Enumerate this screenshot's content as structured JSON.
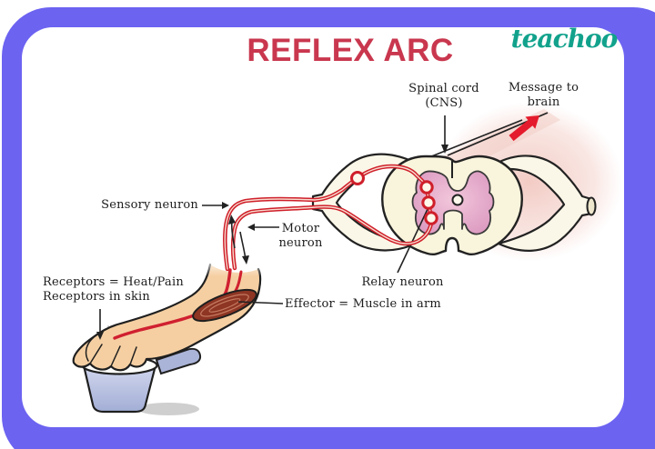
{
  "page": {
    "title": "REFLEX ARC",
    "brand": "teachoo"
  },
  "labels": {
    "spinal_cord": {
      "line1": "Spinal cord",
      "line2": "(CNS)"
    },
    "message_to_brain": {
      "line1": "Message to",
      "line2": "brain"
    },
    "sensory_neuron": "Sensory neuron",
    "motor_neuron": {
      "line1": "Motor",
      "line2": "neuron"
    },
    "relay_neuron": "Relay neuron",
    "receptors": {
      "line1": "Receptors = Heat/Pain",
      "line2": "Receptors in skin"
    },
    "effector": "Effector = Muscle in arm"
  },
  "colors": {
    "border_purple": "#6c63f1",
    "title_red": "#c9374e",
    "brand_teal": "#12a28c",
    "nerve_red": "#cf1f2a",
    "brain_arrow_red": "#e41b2c",
    "cord_cream": "#f9f4dc",
    "gray_matter_pink": "#e7a9c9",
    "skin": "#f5cfa2",
    "muscle_maroon": "#8e3524",
    "pot_blue": "#b9c2e2",
    "label_text": "#1c1c1c"
  }
}
